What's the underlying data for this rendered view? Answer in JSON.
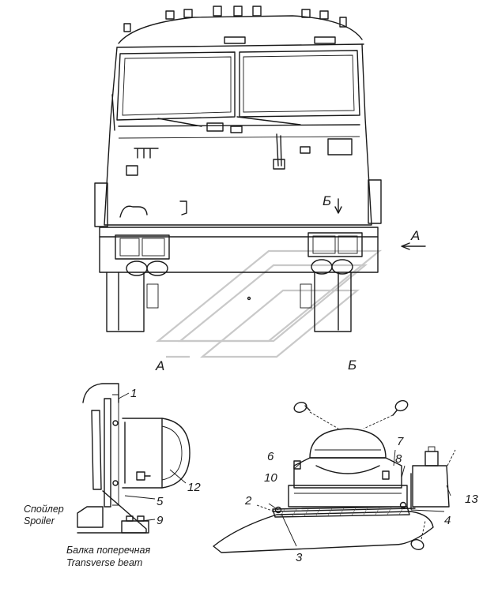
{
  "views": {
    "arrow_a": "A",
    "arrow_b": "Б",
    "view_a": "A",
    "view_b": "Б"
  },
  "callouts": {
    "c1": "1",
    "c2": "2",
    "c3": "3",
    "c4": "4",
    "c5": "5",
    "c6": "6",
    "c7": "7",
    "c8": "8",
    "c9": "9",
    "c10": "10",
    "c12": "12",
    "c13": "13"
  },
  "captions": {
    "spoiler_ru": "Спойлер",
    "spoiler_en": "Spoiler",
    "beam_ru": "Балка поперечная",
    "beam_en": "Transverse beam"
  }
}
